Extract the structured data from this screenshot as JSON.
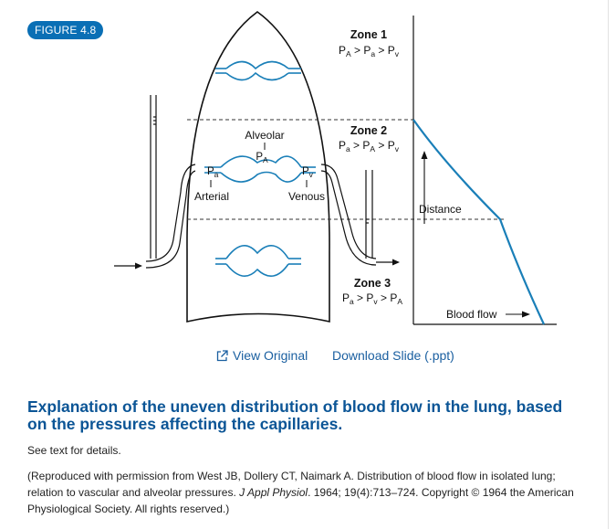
{
  "figure": {
    "badge": "FIGURE 4.8",
    "zone1": {
      "title": "Zone 1",
      "relation": [
        "PA",
        ">",
        "Pa",
        ">",
        "Pv"
      ]
    },
    "zone2": {
      "title": "Zone 2",
      "relation": [
        "Pa",
        ">",
        "PA",
        ">",
        "Pv"
      ]
    },
    "zone3": {
      "title": "Zone 3",
      "relation": [
        "Pa",
        ">",
        "Pv",
        ">",
        "PA"
      ]
    },
    "labels": {
      "alveolar": "Alveolar",
      "alveolar_symbol": "PA",
      "arterial": "Arterial",
      "arterial_symbol": "Pa",
      "venous": "Venous",
      "venous_symbol": "Pv",
      "distance": "Distance",
      "blood_flow": "Blood flow"
    },
    "colors": {
      "flow_curve": "#1a7fb8",
      "badge": "#0a6fb5",
      "link": "#1a5fa0",
      "title": "#0b5596"
    }
  },
  "actions": {
    "view_original": "View Original",
    "view_original_icon": "external-link-icon",
    "download_slide": "Download Slide (.ppt)"
  },
  "caption": {
    "title": "Explanation of the uneven distribution of blood flow in the lung, based on the pressures affecting the capillaries.",
    "note": "See text for details.",
    "citation_before": "(Reproduced with permission from West JB, Dollery CT, Naimark A. Distribution of blood flow in isolated lung; relation to vascular and alveolar pressures. ",
    "citation_journal": "J Appl Physiol",
    "citation_after": ". 1964; 19(4):713–724. Copyright © 1964 the American Physiological Society. All rights reserved.)"
  }
}
